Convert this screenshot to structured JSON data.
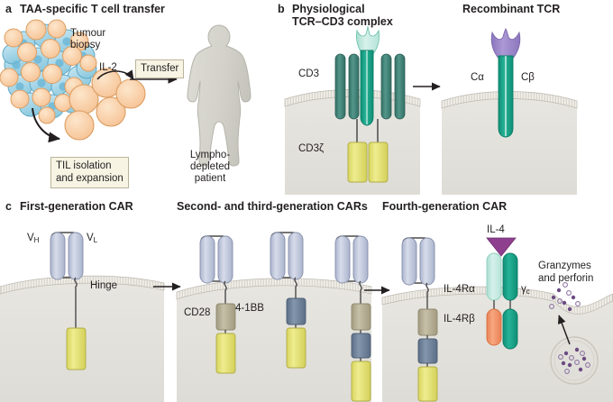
{
  "figure": {
    "type": "biomedical-diagram",
    "title": "Adoptive T cell therapy receptor engineering"
  },
  "panel_a": {
    "letter": "a",
    "title": "TAA-specific T cell transfer",
    "labels": {
      "tumour_biopsy": "Tumour\nbiopsy",
      "il2": "IL-2",
      "transfer": "Transfer",
      "til_box": "TIL isolation\nand expansion",
      "patient": "Lympho-\ndepleted\npatient"
    },
    "colors": {
      "tumour_cell_blue": "#a8d5e8",
      "tumour_cell_blue_dark": "#6fb8d6",
      "t_cell_orange": "#f8cda0",
      "t_cell_orange_edge": "#e0a36a",
      "patient_grey": "#d6d6cf",
      "box_fill": "#f7f4e4",
      "box_border": "#b9b49a"
    }
  },
  "panel_b": {
    "letter": "b",
    "title_left": "Physiological\nTCR–CD3 complex",
    "title_right": "Recombinant TCR",
    "labels": {
      "cd3": "CD3",
      "cd3zeta": "CD3ζ",
      "c_alpha": "Cα",
      "c_beta": "Cβ"
    },
    "colors": {
      "tcr_variable_mint": "#b6e3d8",
      "tcr_constant_teal": "#16a085",
      "cd3_dark_teal": "#3f7f73",
      "cd3zeta_yellow": "#e3e171",
      "recombinant_purple": "#9b86c8",
      "cytoplasm": "#e0dfda",
      "membrane": "#f0efe9"
    }
  },
  "panel_c": {
    "letter": "c",
    "title_first": "First-generation CAR",
    "title_second": "Second- and third-generation CARs",
    "title_fourth": "Fourth-generation CAR",
    "labels": {
      "vh": "V",
      "vh_sub": "H",
      "vl": "V",
      "vl_sub": "L",
      "hinge": "Hinge",
      "cd28": "CD28",
      "bb41": "4-1BB",
      "il4": "IL-4",
      "il4ra": "IL-4Rα",
      "il4rb": "IL-4Rβ",
      "gamma_c": "γ",
      "gamma_c_sub": "c",
      "granzymes": "Granzymes\nand perforin"
    },
    "colors": {
      "scfv_blue": "#c3cbdf",
      "scfv_blue_edge": "#8e98b4",
      "cd28_taupe": "#b5ae94",
      "bb41_slate": "#6d8099",
      "cd3zeta_yellow": "#e3e171",
      "il4_purple": "#8e3f8e",
      "il4ra_mint": "#cdeee5",
      "il4rb_orange": "#f0936b",
      "gammac_teal": "#16a085",
      "granule_purple": "#6b4b82"
    }
  }
}
